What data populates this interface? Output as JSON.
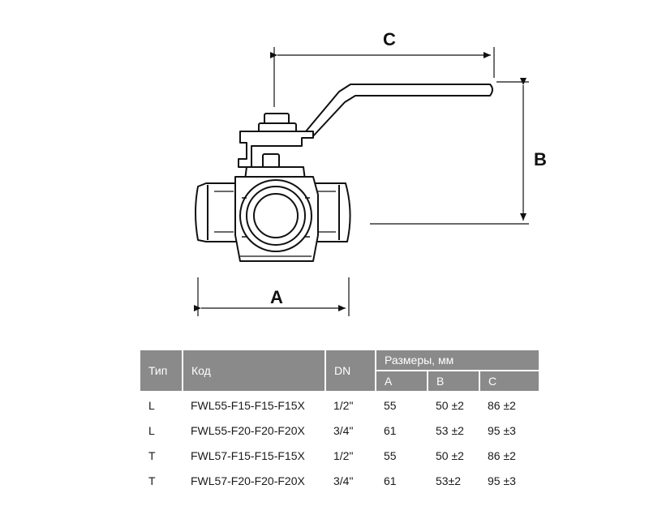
{
  "drawing": {
    "dim_a": "A",
    "dim_b": "B",
    "dim_c": "C"
  },
  "table": {
    "headers": {
      "type": "Тип",
      "code": "Код",
      "dn": "DN",
      "dims": "Размеры, мм",
      "a": "A",
      "b": "B",
      "c": "C"
    },
    "rows": [
      {
        "type": "L",
        "code": "FWL55-F15-F15-F15X",
        "dn": "1/2\"",
        "a": "55",
        "b": "50 ±2",
        "c": "86 ±2"
      },
      {
        "type": "L",
        "code": "FWL55-F20-F20-F20X",
        "dn": "3/4\"",
        "a": "61",
        "b": "53 ±2",
        "c": "95 ±3"
      },
      {
        "type": "T",
        "code": "FWL57-F15-F15-F15X",
        "dn": "1/2\"",
        "a": "55",
        "b": "50 ±2",
        "c": "86 ±2"
      },
      {
        "type": "T",
        "code": "FWL57-F20-F20-F20X",
        "dn": "3/4\"",
        "a": "61",
        "b": "53±2",
        "c": "95 ±3"
      }
    ]
  }
}
